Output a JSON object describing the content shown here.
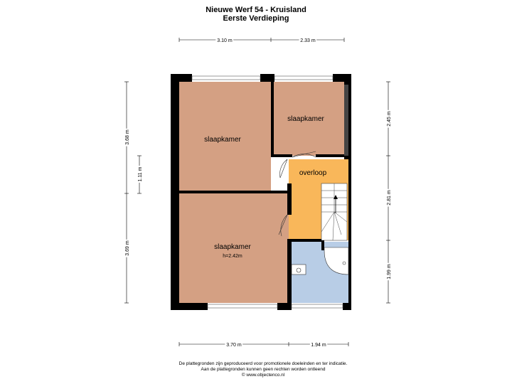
{
  "header": {
    "title": "Nieuwe Werf 54 - Kruisland",
    "subtitle": "Eerste Verdieping"
  },
  "rooms": {
    "bedroom1": "slaapkamer",
    "bedroom2": "slaapkamer",
    "bedroom3": "slaapkamer",
    "bedroom3_height": "h=2.42m",
    "landing": "overloop"
  },
  "dimensions": {
    "top_left": "3.10 m",
    "top_right": "2.33 m",
    "bottom_left": "3.70 m",
    "bottom_right": "1.94 m",
    "left_upper": "3.68 m",
    "left_middle": "1.11 m",
    "left_lower": "3.69 m",
    "right_upper": "2.45 m",
    "right_middle": "2.81 m",
    "right_lower": "1.99 m"
  },
  "footer": {
    "line1": "De plattegronden zijn geproduceerd voor promotionele doeleinden en ter indicatie.",
    "line2": "Aan de plattegronden kunnen geen rechten worden ontleend",
    "line3": "© www.objectenco.nl"
  },
  "colors": {
    "bedroom": "#d4a083",
    "landing": "#f9b75a",
    "bathroom": "#b8cde6",
    "wall": "#000000"
  }
}
